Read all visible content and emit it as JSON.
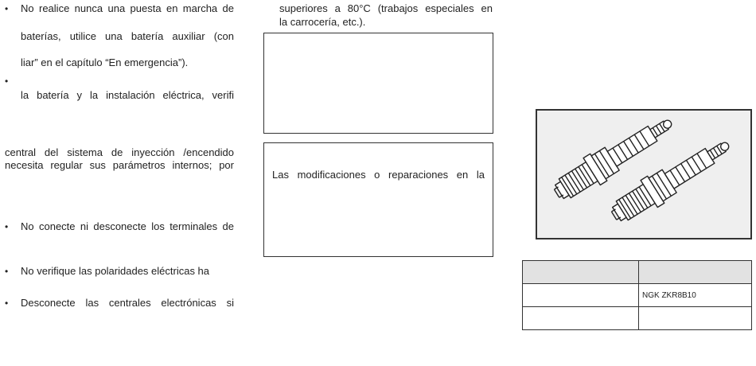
{
  "left_column": {
    "bullet_symbol": "•",
    "item1": {
      "line1": "No realice nunca una puesta en marcha de",
      "line2": "baterías, utilice una batería auxiliar (con",
      "line3": "liar” en el capítulo “En emergencia”)."
    },
    "item2": {
      "line1": "la batería y la instalación eléctrica, verifi"
    },
    "paragraph": {
      "line1": "central del sistema de inyección /encendido",
      "line2": "necesita regular sus parámetros internos; por"
    },
    "item3": "No conecte ni desconecte los terminales de",
    "item4": "No verifique las polaridades eléctricas ha",
    "item5": "Desconecte las centrales electrónicas si"
  },
  "middle_column": {
    "top_text": {
      "line1": "superiores a 80°C (trabajos especiales en",
      "line2": "la carrocería, etc.)."
    },
    "box2_text": "Las modificaciones o reparaciones en la"
  },
  "right_column": {
    "spec_table": {
      "header": [
        "",
        ""
      ],
      "rows": [
        [
          "",
          "NGK ZKR8B10"
        ],
        [
          "",
          ""
        ]
      ]
    }
  }
}
